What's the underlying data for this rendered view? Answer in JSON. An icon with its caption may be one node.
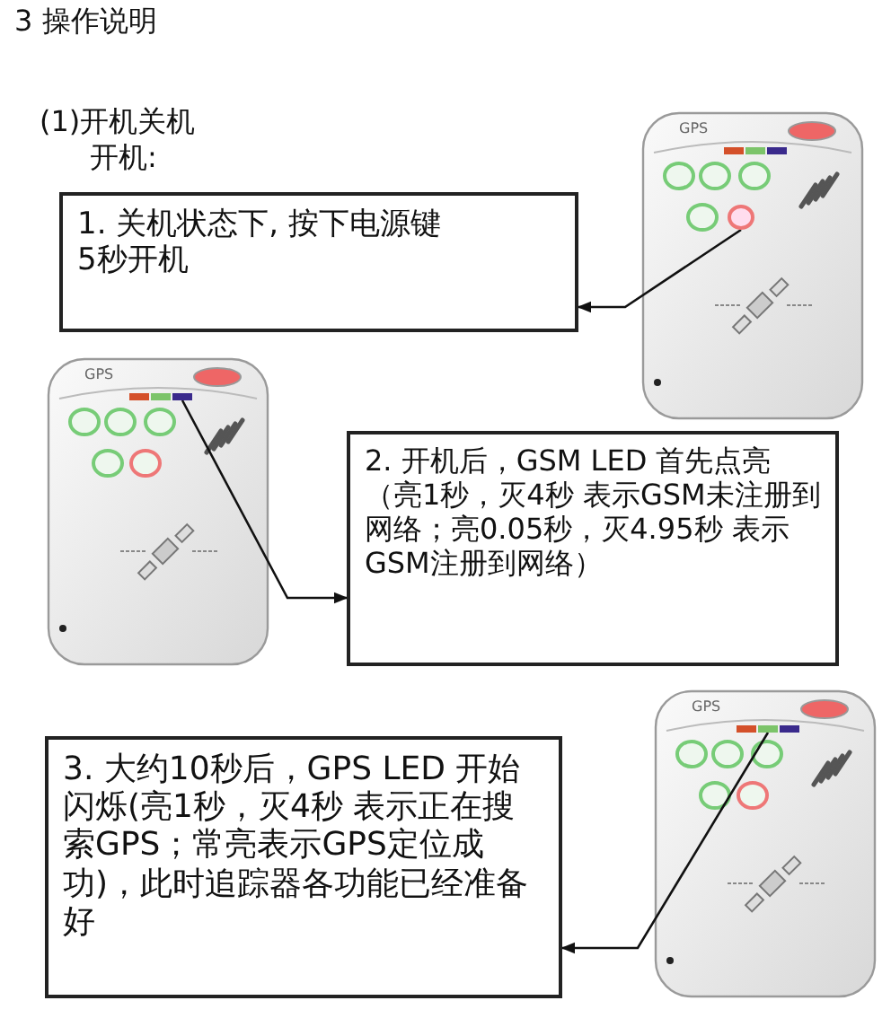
{
  "diagram": {
    "title": "3 操作说明",
    "nodes": [
      {
        "text": [
          "1. 关机状态下, 按下电源键 5秒开机"
        ]
      },
      {
        "text": [],
        "shape": "circle"
      },
      {
        "text": [
          "2. 开机后，GSM LED 首先点亮（亮1秒，灭4秒 表示GSM未注册到网络；亮0.05秒，灭4.95秒 表示GSM注册到网络）"
        ]
      },
      {
        "text": [],
        "shape": "bar"
      },
      {
        "text": [
          "3. 大约10秒后，GPS LED 开始闪烁(亮1秒，灭4秒 表示正在搜索GPS；常亮表示GPS定位成功)，此时追踪器各功能已经准备好"
        ]
      },
      {
        "text": [],
        "shape": "bar"
      }
    ],
    "edges": [
      {
        "from": 1,
        "to": 0,
        "arrow": "to"
      },
      {
        "from": 3,
        "to": 2,
        "arrow": "to"
      },
      {
        "from": 5,
        "to": 4,
        "arrow": "to"
      }
    ],
    "labels": [
      "(1)开机关机",
      "开机:",
      "GPS",
      "GPS",
      "GPS"
    ]
  }
}
